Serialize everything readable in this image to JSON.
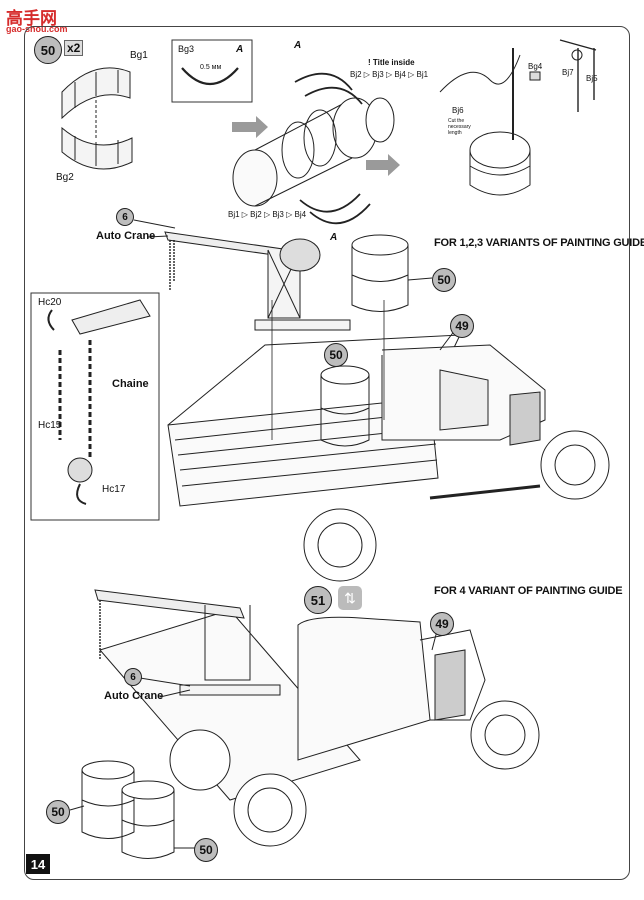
{
  "watermark": {
    "logo_text": "高手网",
    "url": "gao-shou.com"
  },
  "page_number": "14",
  "steps": {
    "s50_top": "50",
    "s50_multiplier": "x2",
    "s50_right": "50",
    "s50_truck_bed": "50",
    "s49_top": "49",
    "s51": "51",
    "s49_bottom": "49",
    "s50_bl": "50",
    "s50_bc": "50"
  },
  "parts": {
    "bg1": "Bg1",
    "bg2": "Bg2",
    "bg3": "Bg3",
    "bg3_thickness": "0.5 мм",
    "section_a": "A",
    "a_top": "A",
    "a_bottom": "A",
    "title_note": "! Title inside",
    "bj_sequence_top": "Bj2 ▷ Bj3 ▷ Bj4 ▷ Bj1",
    "bj_sequence_bottom": "Bj1 ▷ Bj2 ▷ Bj3 ▷ Bj4",
    "bj6": "Bj6",
    "bj6_note": "Cut the necessary length",
    "bg4": "Bg4",
    "bj7": "Bj7",
    "bj5": "Bj5",
    "hc20": "Hc20",
    "hc15": "Hc15",
    "hc17": "Hc17",
    "chaine": "Chaine"
  },
  "callouts": {
    "auto_crane_top_num": "6",
    "auto_crane_top": "Auto Crane",
    "auto_crane_bottom_num": "6",
    "auto_crane_bottom": "Auto Crane"
  },
  "guides": {
    "variants_123": "FOR 1,2,3 VARIANTS OF PAINTING GUIDE",
    "variant_4": "FOR 4 VARIANT OF PAINTING GUIDE"
  },
  "colors": {
    "step_fill": "#bdbdbd",
    "arrow_gray": "#9a9a9a",
    "watermark_red": "#d62c2c"
  }
}
